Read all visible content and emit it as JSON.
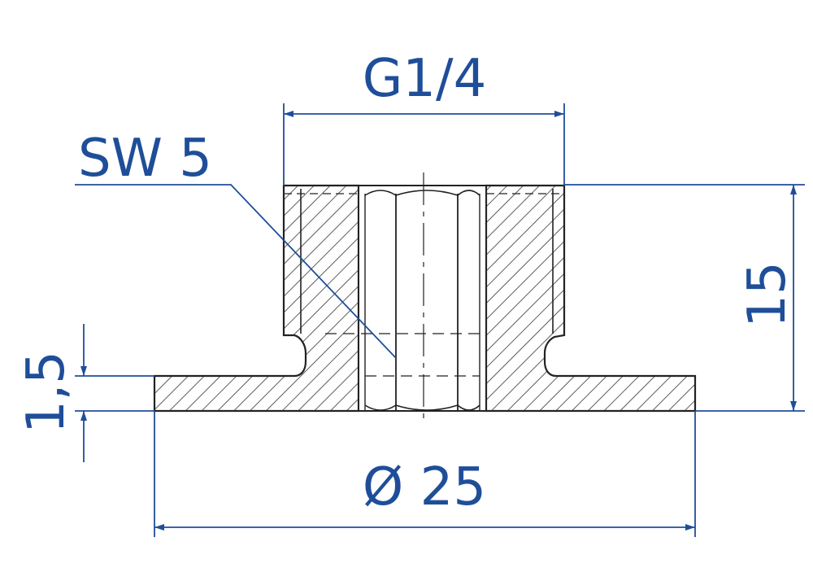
{
  "drawing": {
    "labels": {
      "thread": "G1/4",
      "wrench": "SW 5",
      "height": "15",
      "flange": "1,5",
      "diameter": "Ø 25"
    },
    "colors": {
      "dimension": "#1f4e99",
      "outline": "#222222",
      "hatch": "#333333",
      "background": "#ffffff"
    }
  }
}
